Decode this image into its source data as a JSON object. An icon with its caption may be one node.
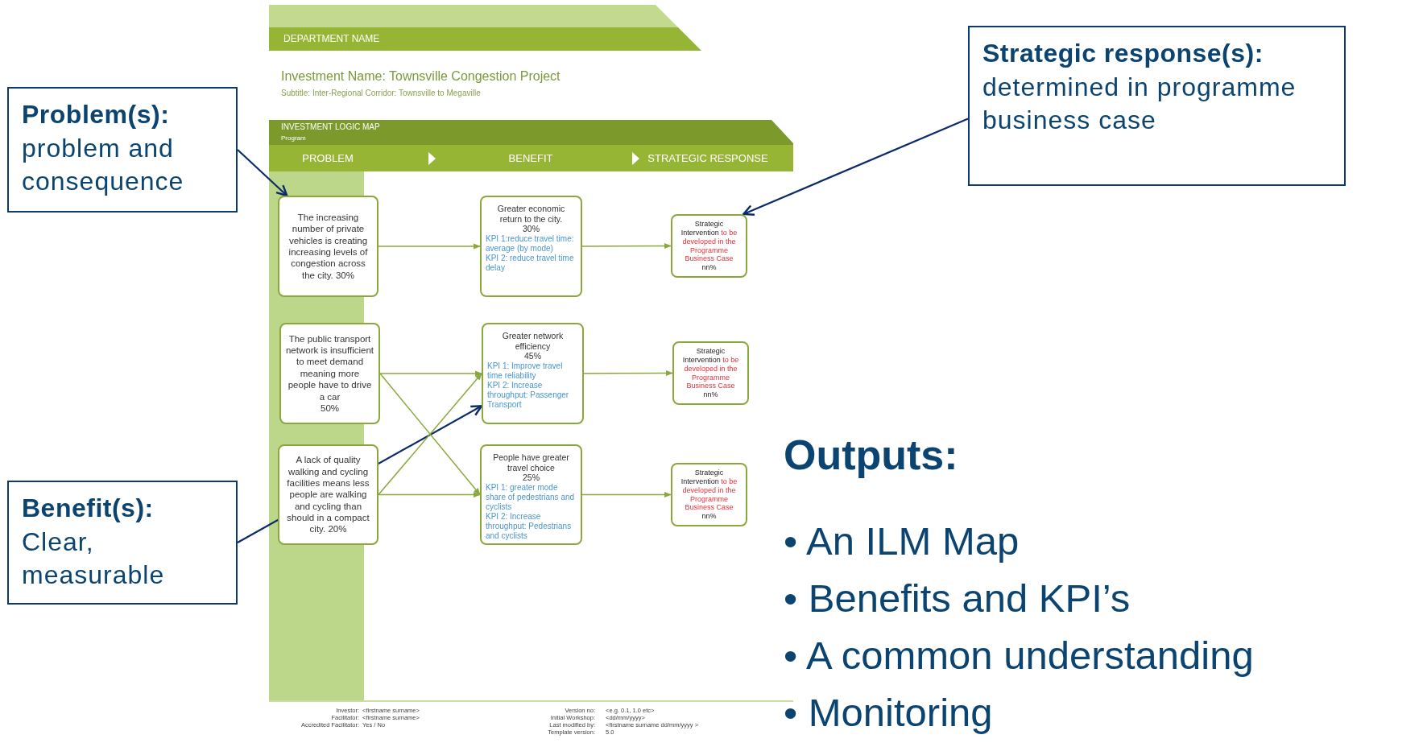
{
  "diagram": {
    "nodes": [
      {
        "text": [
          "Problem(s):",
          "problem and consequence"
        ]
      },
      {
        "text": [
          "Benefit(s):",
          "Clear, measurable"
        ]
      },
      {
        "text": [
          "Strategic response(s):",
          "determined in programme business case"
        ]
      },
      {
        "text": [
          "The increasing number of private vehicles is creating increasing levels of congestion across the city. 30%"
        ]
      },
      {
        "text": [
          "Greater economic return to the city.",
          "30%",
          "KPI 1:reduce travel time: average (by mode)",
          "KPI 2: reduce travel time delay"
        ]
      },
      {
        "text": [
          "Strategic Intervention",
          "to be developed in the Programme Business Case",
          "nn%"
        ]
      },
      {
        "text": [
          "The public transport network is insufficient to meet demand meaning more people have to drive a car",
          "50%"
        ]
      },
      {
        "text": [
          "Greater network efficiency",
          "45%",
          "KPI 1: Improve travel time reliability",
          "KPI 2: Increase throughput: Passenger Transport"
        ]
      },
      {
        "text": [
          "Strategic Intervention",
          "to be developed in the Programme Business Case",
          "nn%"
        ]
      },
      {
        "text": [
          "A lack of quality walking and cycling facilities means less people are walking and cycling than should in a compact city. 20%"
        ]
      },
      {
        "text": [
          "People have greater travel choice",
          "25%",
          "KPI 1: greater mode share of pedestrians and cyclists",
          "KPI 2: Increase throughput: Pedestrians and cyclists"
        ]
      },
      {
        "text": [
          "Strategic Intervention",
          "to be developed in the Programme Business Case",
          "nn%"
        ]
      }
    ],
    "edges": [
      {
        "from": 0,
        "to": 3,
        "arrow": "to",
        "color": "#0d2b6b"
      },
      {
        "from": 1,
        "to": 7,
        "arrow": "to",
        "color": "#0d2b6b"
      },
      {
        "from": 2,
        "to": 5,
        "arrow": "to",
        "color": "#0d2b6b"
      },
      {
        "from": 3,
        "to": 4,
        "arrow": "to"
      },
      {
        "from": 4,
        "to": 5,
        "arrow": "to"
      },
      {
        "from": 6,
        "to": 7,
        "arrow": "to"
      },
      {
        "from": 6,
        "to": 10,
        "arrow": "to"
      },
      {
        "from": 7,
        "to": 8,
        "arrow": "to"
      },
      {
        "from": 9,
        "to": 7,
        "arrow": "to"
      },
      {
        "from": 9,
        "to": 10,
        "arrow": "to"
      },
      {
        "from": 10,
        "to": 11,
        "arrow": "to"
      }
    ],
    "labels": [
      "DEPARTMENT NAME",
      "Investment Name: Townsville Congestion Project",
      "Subtitle: Inter-Regional Corridor: Townsville to Megaville",
      "INVESTMENT LOGIC MAP",
      "Program",
      "PROBLEM",
      "BENEFIT",
      "STRATEGIC RESPONSE",
      "Outputs:",
      "• An ILM Map",
      "• Benefits and KPI’s",
      "• A common understanding",
      "• Monitoring",
      "Investor:",
      "<firstname surname>",
      "Facilitator:",
      "<firstname surname>",
      "Accredited Facilitator:",
      "Yes / No",
      "Version no:",
      "<e.g. 0.1, 1.0 etc>",
      "Initial Workshop:",
      "<dd/mm/yyyy>",
      "Last modified by:",
      "<firstname surname dd/mm/yyyy >",
      "Template version:",
      "5.0"
    ]
  }
}
